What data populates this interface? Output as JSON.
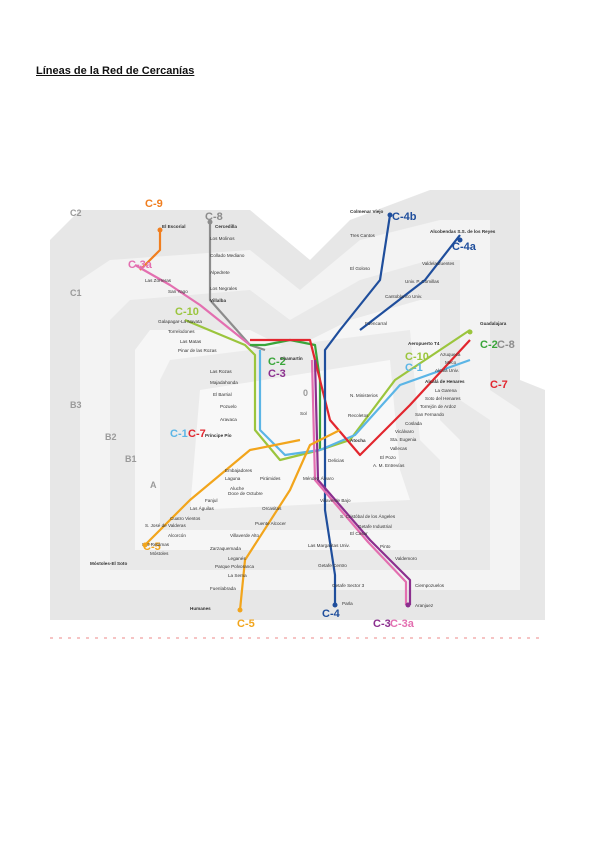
{
  "page": {
    "title": "Líneas de la Red de Cercanías"
  },
  "zones": [
    "C2",
    "C1",
    "B3",
    "B2",
    "B1",
    "A",
    "0"
  ],
  "lines": [
    {
      "id": "C-1",
      "color": "#5bb5e6"
    },
    {
      "id": "C-2",
      "color": "#3aa53a"
    },
    {
      "id": "C-3",
      "color": "#8b2f8e"
    },
    {
      "id": "C-3a",
      "color": "#e36fb0"
    },
    {
      "id": "C-4",
      "color": "#1f4e9c"
    },
    {
      "id": "C-4a",
      "color": "#1f4e9c"
    },
    {
      "id": "C-4b",
      "color": "#1f4e9c"
    },
    {
      "id": "C-5",
      "color": "#f2a51c"
    },
    {
      "id": "C-7",
      "color": "#e2262e"
    },
    {
      "id": "C-8",
      "color": "#8c8c8c"
    },
    {
      "id": "C-9",
      "color": "#f07e1f"
    },
    {
      "id": "C-10",
      "color": "#9bc53d"
    }
  ],
  "stations": {
    "cercedilla": "Cercedilla",
    "los_molinos": "Los Molinos",
    "collado_mediano": "Collado Mediano",
    "alpedrete": "Alpedrete",
    "los_negrales": "Los Negrales",
    "villalba": "Villalba",
    "el_escorial": "El Escorial",
    "las_zorreras": "Las Zorreras",
    "san_yago": "San Yago",
    "galapagar": "Galapagar-La Navata",
    "torrelodones": "Torrelodones",
    "las_matas": "Las Matas",
    "pinar": "Pinar de las Rozas",
    "las_rozas": "Las Rozas",
    "majadahonda": "Majadahonda",
    "el_barrial": "El Barrial",
    "pozuelo": "Pozuelo",
    "aravaca": "Aravaca",
    "principe_pio": "Príncipe Pío",
    "colmenar_viejo": "Colmenar Viejo",
    "tres_cantos": "Tres Cantos",
    "alcobendas": "Alcobendas S.S. de los Reyes",
    "valdelasfuentes": "Valdelasfuentes",
    "el_goloso": "El Goloso",
    "univ_comillas": "Univ. P. Comillas",
    "cantoblanco": "Cantoblanco Univ.",
    "fuencarral": "Fuencarral",
    "chamartin": "Chamartín",
    "aeropuerto": "Aeropuerto T4",
    "guadalajara": "Guadalajara",
    "azuqueca": "Azuqueca",
    "meco": "Meco",
    "alcala_univ": "Alcalá Univ.",
    "alcala": "Alcalá de Henares",
    "la_garena": "La Garena",
    "soto": "Soto del Henares",
    "torrejon": "Torrejón de Ardoz",
    "san_fernando": "San Fernando",
    "coslada": "Coslada",
    "vicalvaro": "Vicálvaro",
    "sta_eugenia": "Sta. Eugenia",
    "vallecas": "Vallecas",
    "el_pozo": "El Pozo",
    "asamblea": "A. M. Entrevías",
    "atocha": "Atocha",
    "recoletos": "Recoletos",
    "nuevos_ministerios": "N. Ministerios",
    "sol": "Sol",
    "embajadores": "Embajadores",
    "laguna": "Laguna",
    "aluche": "Aluche",
    "fanjul": "Fanjul",
    "las_aguilas": "Las Águilas",
    "cuatro_vientos": "Cuatro Vientos",
    "san_jose": "S. José de Valderas",
    "alcorcon": "Alcorcón",
    "las_retamas": "Las Retamas",
    "mostoles": "Móstoles",
    "mostoles_soto": "Móstoles-El Soto",
    "humanes": "Humanes",
    "fuenlabrada": "Fuenlabrada",
    "la_serna": "La Serna",
    "parque_polvoranca": "Parque Polvoranca",
    "leganes": "Leganés",
    "zarzaquemada": "Zarzaquemada",
    "villaverde_alto": "Villaverde Alto",
    "puente_alcocer": "Puente Alcocer",
    "orcasitas": "Orcasitas",
    "doce_octubre": "Doce de Octubre",
    "piramides": "Pirámides",
    "mendez_alvaro": "Méndez Álvaro",
    "delicias": "Delicias",
    "villaverde_bajo": "Villaverde Bajo",
    "san_cristobal": "S. Cristóbal de los Ángeles",
    "el_casar": "El Casar",
    "getafe_industrial": "Getafe Industrial",
    "pinto": "Pinto",
    "valdemoro": "Valdemoro",
    "ciempozuelos": "Ciempozuelos",
    "aranjuez": "Aranjuez",
    "las_margaritas": "Las Margaritas Univ.",
    "getafe_centro": "Getafe Centro",
    "getafe_sector3": "Getafe Sector 3",
    "parla": "Parla"
  }
}
